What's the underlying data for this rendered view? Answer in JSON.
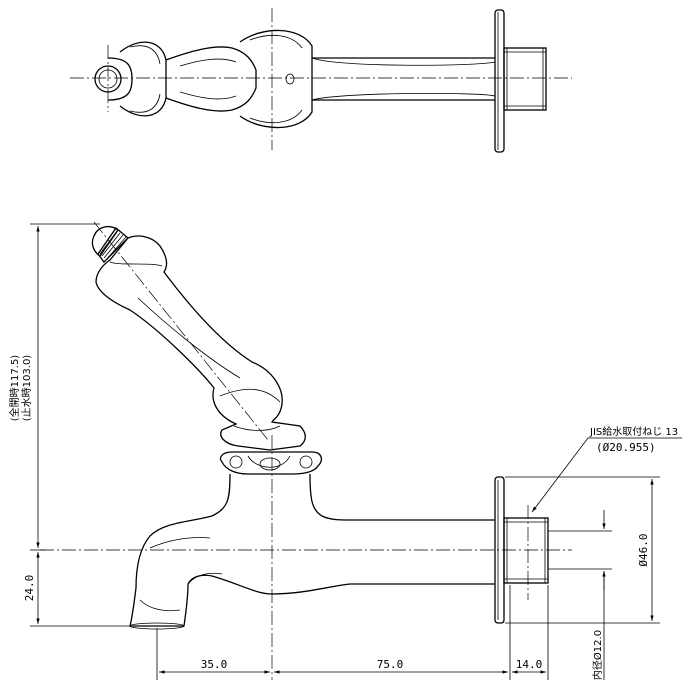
{
  "dimensions": {
    "total_height_open": "(全開時117.5)",
    "total_height_closed": "(止水時103.0)",
    "spout_drop": "24.0",
    "spout_reach": "35.0",
    "body_length": "75.0",
    "thread_length": "14.0",
    "flange_diameter": "Ø46.0",
    "inner_diameter": "内径Ø12.0"
  },
  "callout": {
    "thread_standard": "JIS給水取付ねじ 13",
    "thread_diameter": "(Ø20.955)"
  }
}
